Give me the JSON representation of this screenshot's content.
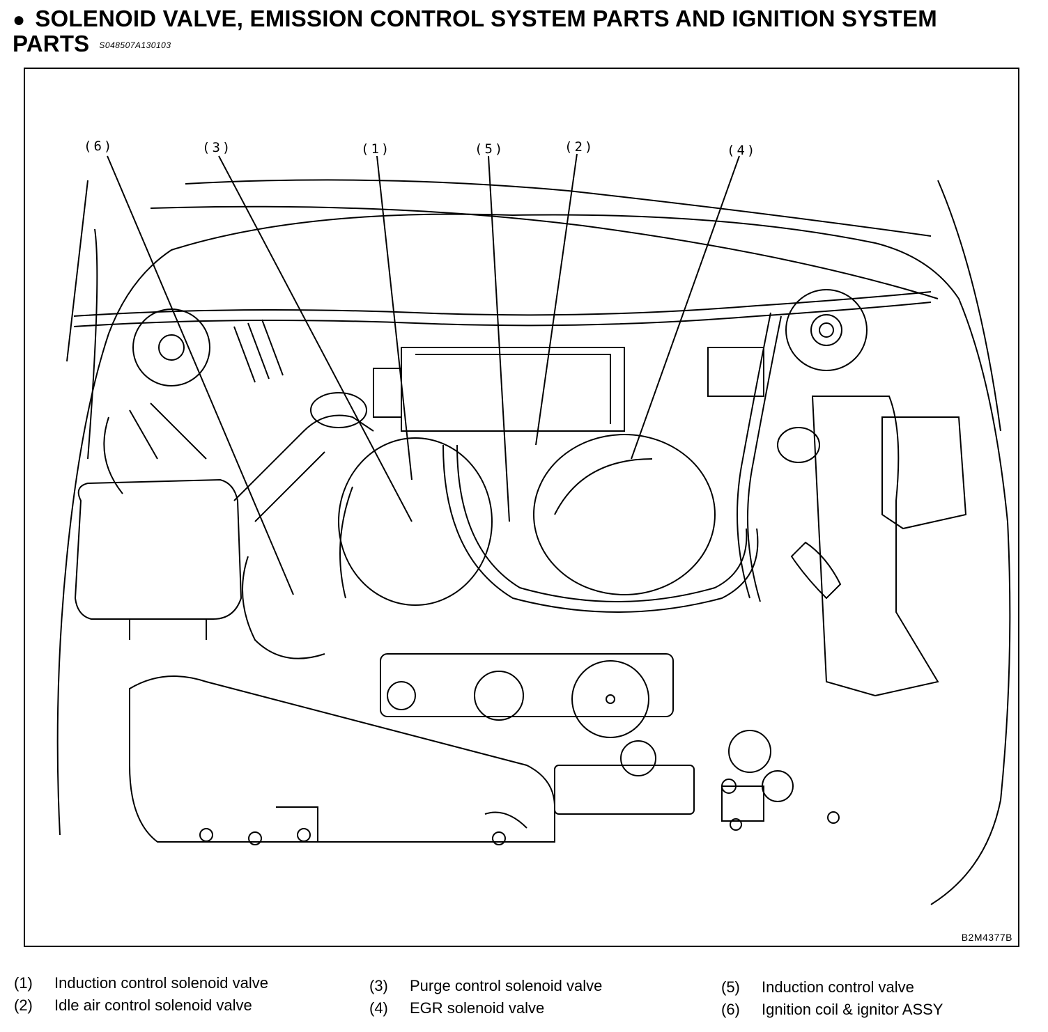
{
  "header": {
    "title": "SOLENOID VALVE, EMISSION CONTROL SYSTEM PARTS AND IGNITION SYSTEM PARTS",
    "code": "S048507A130103",
    "bullet": "●"
  },
  "figure": {
    "code": "B2M4377B",
    "callouts": [
      "(6)",
      "(3)",
      "(1)",
      "(5)",
      "(2)",
      "(4)"
    ]
  },
  "legend": [
    {
      "num": "(1)",
      "text": "Induction control solenoid valve"
    },
    {
      "num": "(2)",
      "text": "Idle air control solenoid valve"
    },
    {
      "num": "(3)",
      "text": "Purge control solenoid valve"
    },
    {
      "num": "(4)",
      "text": "EGR solenoid valve"
    },
    {
      "num": "(5)",
      "text": "Induction control valve"
    },
    {
      "num": "(6)",
      "text": "Ignition coil & ignitor ASSY"
    }
  ]
}
